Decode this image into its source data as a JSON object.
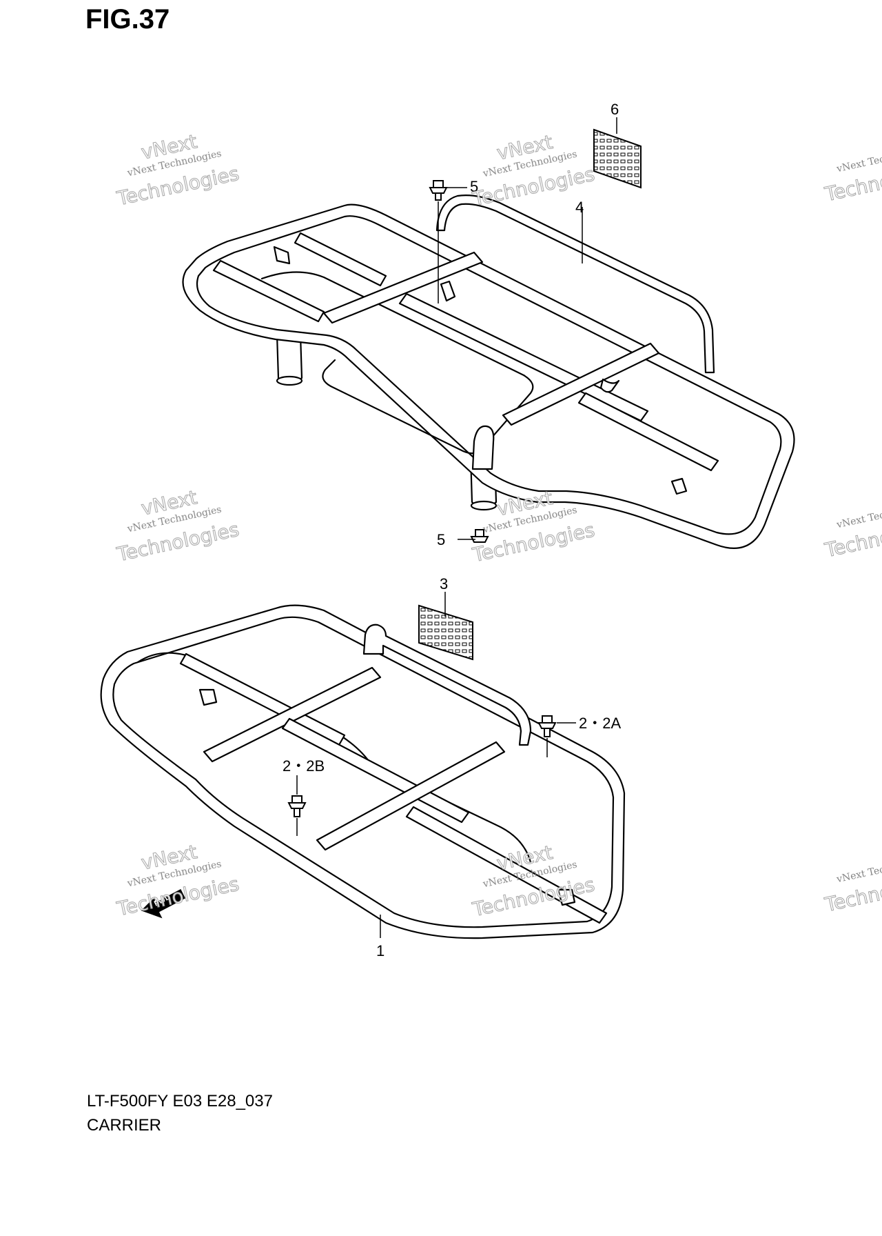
{
  "figure": {
    "title": "FIG.37",
    "model_code": "LT-F500FY E03 E28_037",
    "section": "CARRIER"
  },
  "callouts": {
    "c6": "6",
    "c5_top": "5",
    "c4": "4",
    "c5_bottom": "5",
    "c3": "3",
    "c2_2a": "2・2A",
    "c2_2b": "2・2B",
    "c1": "1"
  },
  "front_marker": "FWD",
  "watermark": {
    "line1": "vNext",
    "line2": "vNext Technologies",
    "line3": "Technologies"
  },
  "colors": {
    "line": "#000000",
    "background": "#ffffff",
    "watermark": "#9a9a9a"
  }
}
